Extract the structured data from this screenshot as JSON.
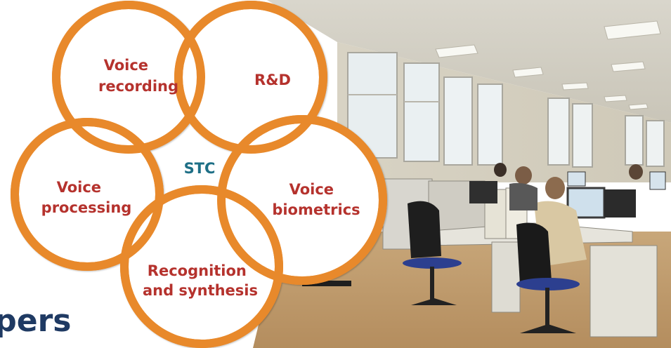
{
  "diagram": {
    "center_label": "STC",
    "stroke_color": "#e8892b",
    "label_color": "#b5322d",
    "center_color": "#1e6f86",
    "circles": [
      {
        "id": "voice-recording",
        "lines": [
          "Voice",
          "recording"
        ]
      },
      {
        "id": "rnd",
        "lines": [
          "R&D"
        ]
      },
      {
        "id": "voice-processing",
        "lines": [
          "Voice",
          "processing"
        ]
      },
      {
        "id": "voice-biometrics",
        "lines": [
          "Voice",
          "biometrics"
        ]
      },
      {
        "id": "recognition-synthesis",
        "lines": [
          "Recognition",
          "and synthesis"
        ]
      }
    ]
  },
  "bottom_text": "opers",
  "bottom_text_color": "#1f3a63"
}
